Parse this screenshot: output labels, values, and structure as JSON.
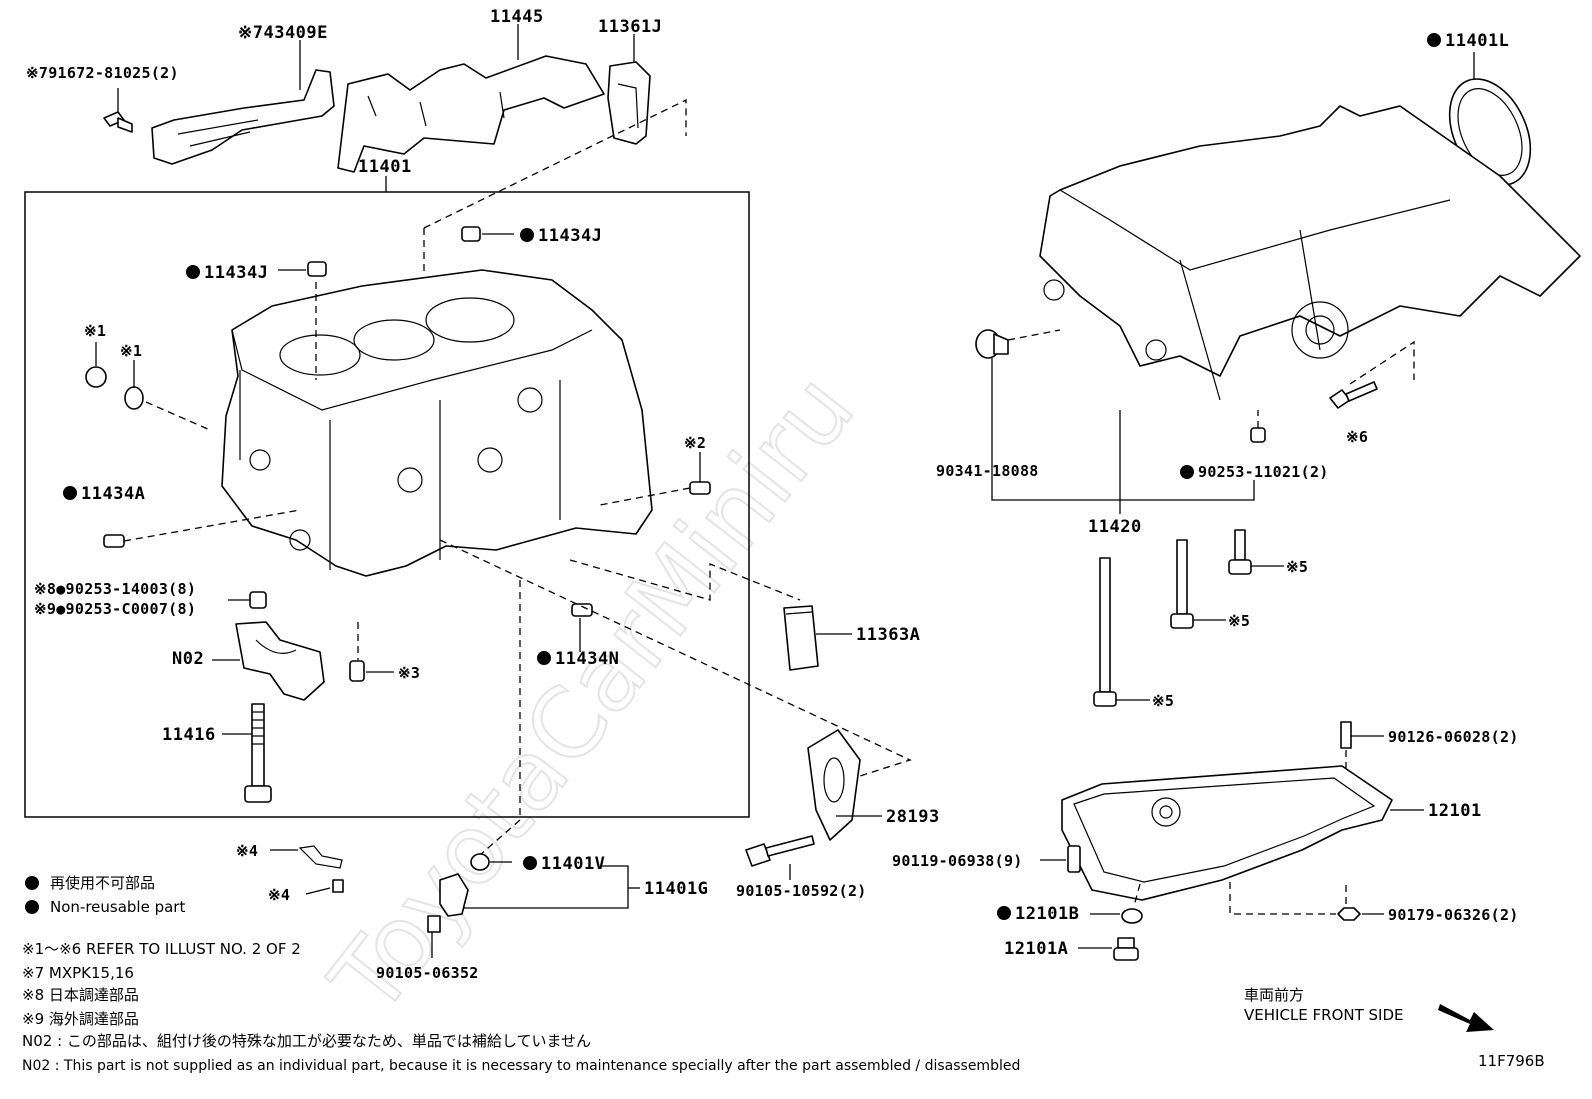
{
  "diagram": {
    "watermark": "ToyotaCarMiniru",
    "figure_code": "11F796B",
    "labels": {
      "p791672": "※791672-81025(2)",
      "p743409e": "※743409E",
      "p11445": "11445",
      "p11361j": "11361J",
      "p11401": "11401",
      "p11434j_top": "11434J",
      "p11434j_left": "11434J",
      "x1_a": "※1",
      "x1_b": "※1",
      "x2": "※2",
      "p11434a": "11434A",
      "p90253_14003": "※8●90253-14003(8)",
      "p90253_c0007": "※9●90253-C0007(8)",
      "n02": "N02",
      "x3": "※3",
      "p11434n": "11434N",
      "p11416": "11416",
      "p11363a": "11363A",
      "p28193": "28193",
      "x4_a": "※4",
      "x4_b": "※4",
      "p11401v": "11401V",
      "p11401g": "11401G",
      "p90105_06352": "90105-06352",
      "p90105_10592": "90105-10592(2)",
      "p11401l": "11401L",
      "p90341_18088": "90341-18088",
      "p90253_11021": "90253-11021(2)",
      "x6": "※6",
      "p11420": "11420",
      "x5_a": "※5",
      "x5_b": "※5",
      "x5_c": "※5",
      "p90126_06028": "90126-06028(2)",
      "p12101": "12101",
      "p90119_06938": "90119-06938(9)",
      "p12101b": "12101B",
      "p12101a": "12101A",
      "p90179_06326": "90179-06326(2)"
    },
    "legend": {
      "non_reusable_jp": "再使用不可部品",
      "non_reusable_en": "Non-reusable part"
    },
    "notes": [
      "※1～※6  REFER TO ILLUST NO. 2 OF 2",
      "※7 MXPK15,16",
      "※8 日本調達部品",
      "※9 海外調達部品",
      "N02 : この部品は、組付け後の特殊な加工が必要なため、単品では補給していません",
      "N02 : This part is not supplied as an individual part, because it is necessary to maintenance specially after the part assembled / disassembled"
    ],
    "front": {
      "jp": "車両前方",
      "en": "VEHICLE FRONT SIDE"
    }
  }
}
